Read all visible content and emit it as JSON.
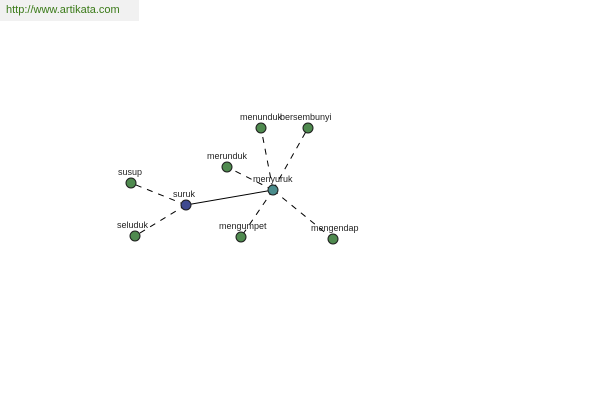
{
  "header": {
    "url_text": "http://www.artikata.com",
    "url_color": "#3a7a18"
  },
  "graph": {
    "colors": {
      "leaf": "#4f8a4f",
      "hub": "#4a8c8c",
      "root": "#3f4a8f"
    },
    "nodes": [
      {
        "id": "suruk",
        "label": "suruk",
        "kind": "root"
      },
      {
        "id": "menyuruk",
        "label": "menyuruk",
        "kind": "hub"
      },
      {
        "id": "susup",
        "label": "susup",
        "kind": "leaf"
      },
      {
        "id": "seluduk",
        "label": "seluduk",
        "kind": "leaf"
      },
      {
        "id": "merunduk",
        "label": "merunduk",
        "kind": "leaf"
      },
      {
        "id": "menunduk",
        "label": "menunduk",
        "kind": "leaf"
      },
      {
        "id": "bersembunyi",
        "label": "bersembunyi",
        "kind": "leaf"
      },
      {
        "id": "mengumpet",
        "label": "mengumpet",
        "kind": "leaf"
      },
      {
        "id": "mengendap",
        "label": "mengendap",
        "kind": "leaf"
      }
    ],
    "edges": [
      {
        "from": "suruk",
        "to": "menyuruk",
        "style": "solid"
      },
      {
        "from": "suruk",
        "to": "susup",
        "style": "dashed"
      },
      {
        "from": "suruk",
        "to": "seluduk",
        "style": "dashed"
      },
      {
        "from": "menyuruk",
        "to": "merunduk",
        "style": "dashed"
      },
      {
        "from": "menyuruk",
        "to": "menunduk",
        "style": "dashed"
      },
      {
        "from": "menyuruk",
        "to": "bersembunyi",
        "style": "dashed"
      },
      {
        "from": "menyuruk",
        "to": "mengumpet",
        "style": "dashed"
      },
      {
        "from": "menyuruk",
        "to": "mengendap",
        "style": "dashed"
      }
    ]
  }
}
